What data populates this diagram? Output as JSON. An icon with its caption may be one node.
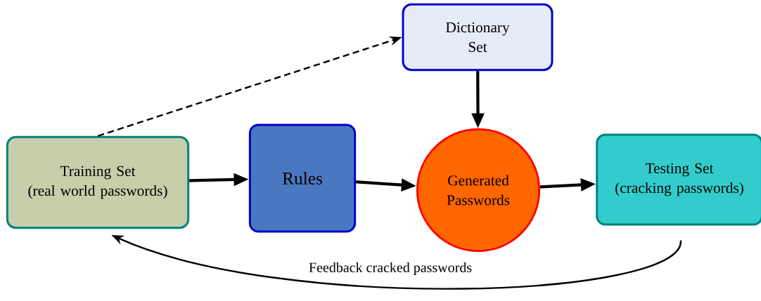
{
  "diagram": {
    "nodes": [
      {
        "text": [
          "Dictionary Set"
        ]
      },
      {
        "text": [
          "Training Set",
          "(real world passwords)"
        ]
      },
      {
        "text": [
          "Rules"
        ]
      },
      {
        "text": [
          "Generated Passwords"
        ]
      },
      {
        "text": [
          "Testing Set",
          "(cracking passwords)"
        ]
      }
    ],
    "edges": [
      {
        "from": 1,
        "to": 0,
        "arrow": "to",
        "style": "dashed"
      },
      {
        "from": 1,
        "to": 2,
        "arrow": "to"
      },
      {
        "from": 2,
        "to": 3,
        "arrow": "to"
      },
      {
        "from": 0,
        "to": 3,
        "arrow": "to"
      },
      {
        "from": 3,
        "to": 4,
        "arrow": "to"
      },
      {
        "from": 4,
        "to": 1,
        "arrow": "to",
        "label": "Feedback cracked passwords"
      }
    ]
  }
}
